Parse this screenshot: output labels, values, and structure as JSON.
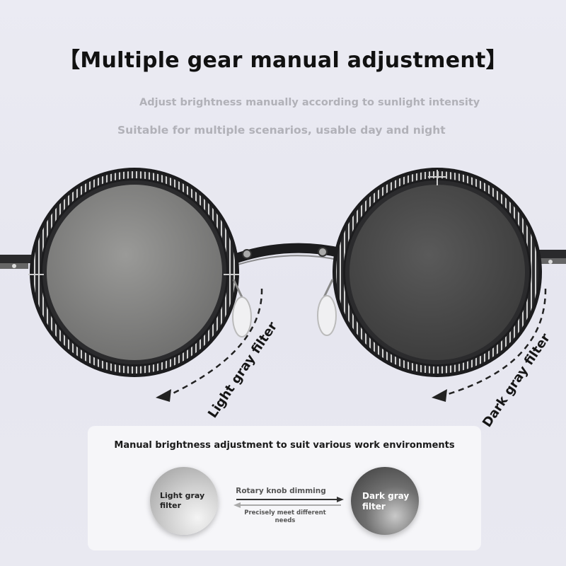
{
  "header": {
    "title": "【Multiple gear manual adjustment】",
    "subtitle_1": "Adjust brightness manually according to sunlight intensity",
    "subtitle_2": "Suitable for multiple scenarios, usable day and night"
  },
  "lens_labels": {
    "left": "Light gray filter",
    "right": "Dark gray filter"
  },
  "info_card": {
    "title": "Manual brightness adjustment to suit various work environments",
    "light_swatch_line1": "Light gray",
    "light_swatch_line2": "filter",
    "dark_swatch_line1": "Dark gray",
    "dark_swatch_line2": "filter",
    "arrow_top_label": "Rotary knob dimming",
    "arrow_bottom_label": "Precisely meet different needs"
  },
  "colors": {
    "background": "#e8e8f0",
    "frame": "#1c1c1e",
    "light_lens": "#8a8a8a",
    "dark_lens": "#4a4a4a",
    "subtitle_text": "#b1b1b8"
  }
}
